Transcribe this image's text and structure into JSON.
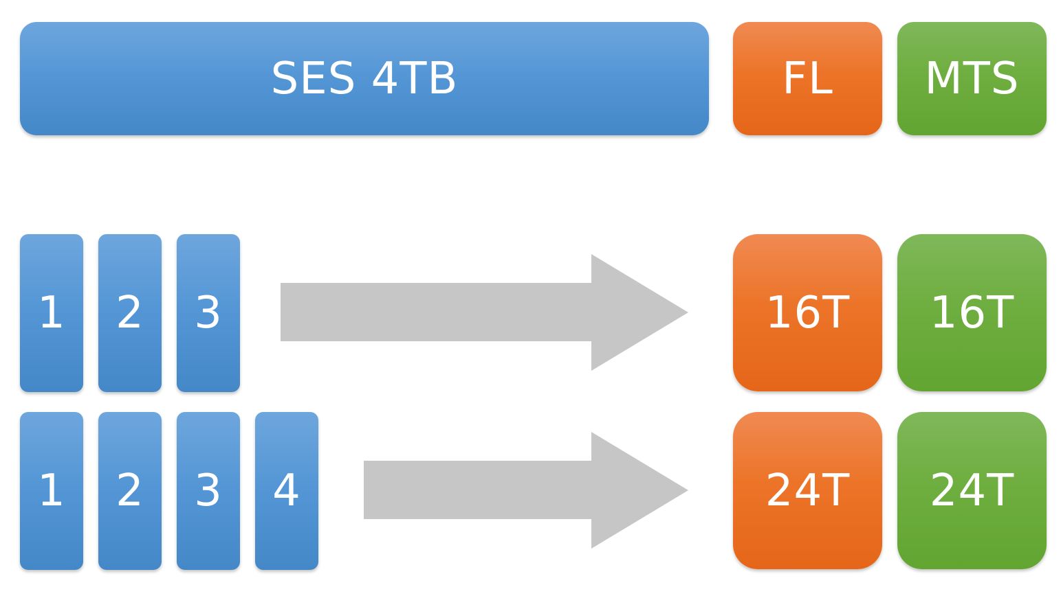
{
  "header": {
    "ses_label": "SES 4TB",
    "fl_label": "FL",
    "mts_label": "MTS"
  },
  "rows": [
    {
      "disks": [
        "1",
        "2",
        "3"
      ],
      "fl_result": "16T",
      "mts_result": "16T"
    },
    {
      "disks": [
        "1",
        "2",
        "3",
        "4"
      ],
      "fl_result": "24T",
      "mts_result": "24T"
    }
  ],
  "colors": {
    "blue": "#5597d6",
    "orange": "#ec7428",
    "green": "#6fae40",
    "arrow": "#c6c6c6"
  }
}
